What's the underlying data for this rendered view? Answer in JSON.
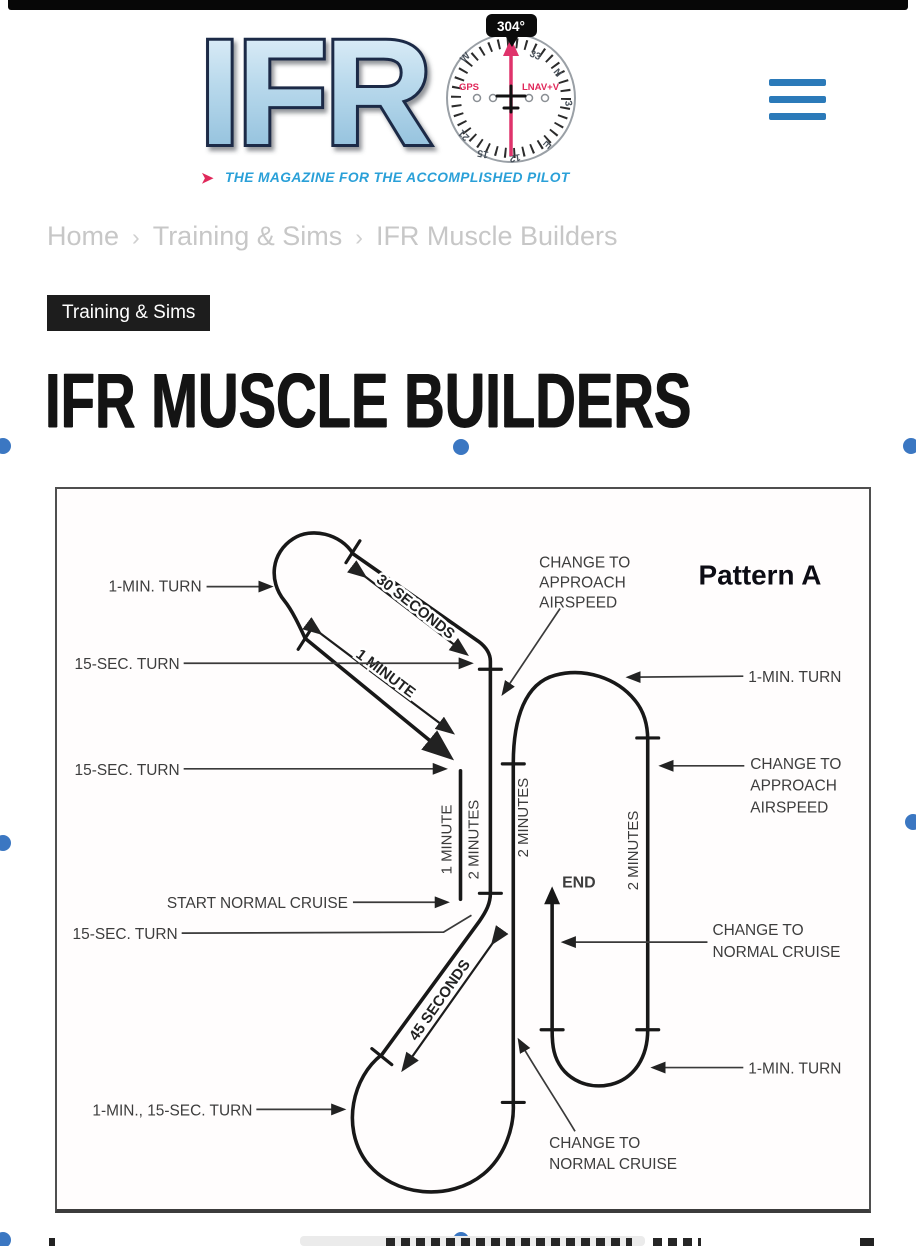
{
  "page": {
    "top_bar_color": "#070707",
    "background": "#ffffff"
  },
  "header": {
    "logo": {
      "title": "IFR",
      "tagline": "THE MAGAZINE FOR THE ACCOMPLISHED PILOT",
      "heading_bug": "304°",
      "gps_label": "GPS",
      "nav_mode": "LNAV+V",
      "compass_marks": [
        "W",
        "33",
        "N",
        "3",
        "E",
        "12",
        "15",
        "21"
      ],
      "tagline_color": "#2aa0d8",
      "needle_color": "#df336b"
    },
    "menu_icon": "hamburger-icon",
    "menu_color": "#2b7ab9"
  },
  "breadcrumb": {
    "separator": "›",
    "items": [
      "Home",
      "Training & Sims",
      "IFR Muscle Builders"
    ]
  },
  "category_badge": {
    "label": "Training & Sims",
    "background": "#1d1d1d"
  },
  "article": {
    "title": "IFR MUSCLE BUILDERS"
  },
  "diagram": {
    "title": "Pattern A",
    "end_label": "END",
    "callouts_left": {
      "l1": "1-MIN. TURN",
      "l2": "15-SEC. TURN",
      "l3": "15-SEC. TURN",
      "l4": "START NORMAL CRUISE",
      "l5": "15-SEC. TURN",
      "l6": "1-MIN., 15-SEC. TURN"
    },
    "callouts_right": {
      "r1": "1-MIN. TURN",
      "r2a": "CHANGE TO",
      "r2b": "APPROACH",
      "r2c": "AIRSPEED",
      "r3a": "CHANGE TO",
      "r3b": "NORMAL CRUISE",
      "r4": "1-MIN. TURN"
    },
    "callouts_top": {
      "t1a": "CHANGE TO",
      "t1b": "APPROACH",
      "t1c": "AIRSPEED"
    },
    "callouts_bottom": {
      "b1a": "CHANGE TO",
      "b1b": "NORMAL CRUISE"
    },
    "segment_times": {
      "s30": "30 SECONDS",
      "s1m": "1 MINUTE",
      "s45": "45 SECONDS"
    },
    "leg_times": {
      "v1": "1 MINUTE",
      "v2": "2 MINUTES",
      "v3": "2 MINUTES",
      "v4": "2 MINUTES"
    }
  },
  "selection": {
    "handle_color": "#3b77c2"
  }
}
